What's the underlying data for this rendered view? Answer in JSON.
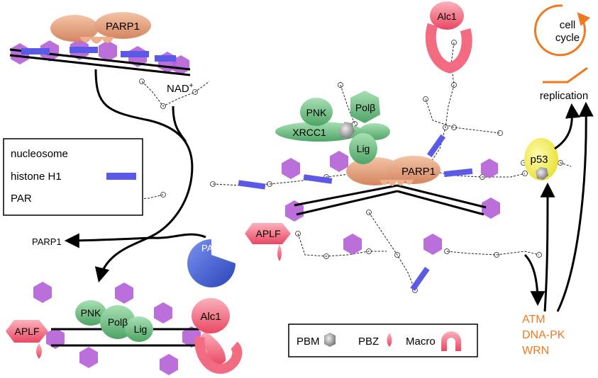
{
  "colors": {
    "nucleosome": "#b45fd6",
    "histone": "#5a5ae6",
    "parp": "#e7a07c",
    "pink": "#f2607a",
    "green": "#5fb878",
    "yellow": "#f4ee50",
    "orange": "#f07820",
    "blue": "#4a68d8",
    "black": "#000000"
  },
  "legend": {
    "nucleosome": "nucleosome",
    "histone": "histone H1",
    "par": "PAR"
  },
  "legend2": {
    "pbm": "PBM",
    "pbz": "PBZ",
    "macro": "Macro"
  },
  "proteins": {
    "parp1_top": "PARP1",
    "parp1_center": "PARP1",
    "parp1_released": "PARP1",
    "parg": "PARG",
    "alc1_top": "Alc1",
    "alc1_bottom": "Alc1",
    "aplf_center": "APLF",
    "aplf_bottom": "APLF",
    "pnk_top": "PNK",
    "polb_top": "Polβ",
    "lig_top": "Lig",
    "xrcc1": "XRCC1",
    "pnk_bottom": "PNK",
    "polb_bottom": "Polβ",
    "lig_bottom": "Lig",
    "p53": "p53"
  },
  "nad": {
    "base": "NAD",
    "sup": "+"
  },
  "right_panel": {
    "cell_cycle_line1": "cell",
    "cell_cycle_line2": "cycle",
    "replication": "replication",
    "kinases": [
      "ATM",
      "DNA-PK",
      "WRN"
    ]
  }
}
